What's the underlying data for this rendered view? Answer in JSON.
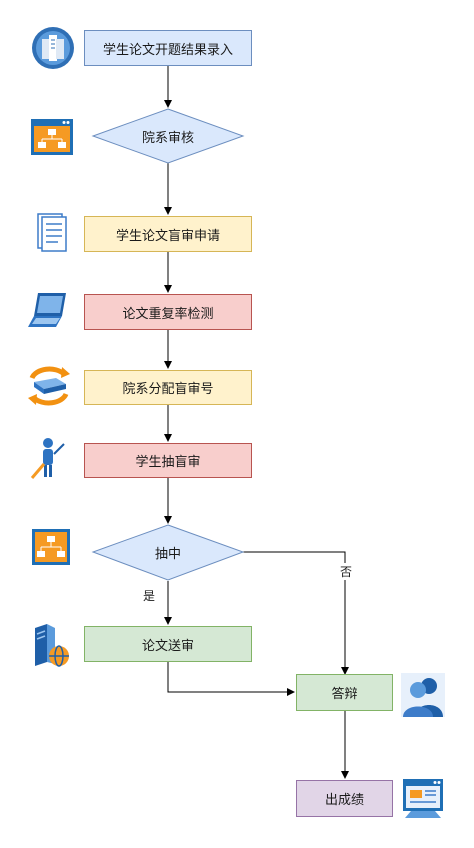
{
  "nodes": {
    "n1": "学生论文开题结果录入",
    "n2": "院系审核",
    "n3": "学生论文盲审申请",
    "n4": "论文重复率检测",
    "n5": "院系分配盲审号",
    "n6": "学生抽盲审",
    "n7": "抽中",
    "n8": "论文送审",
    "n9": "答辩",
    "n10": "出成绩"
  },
  "edge_labels": {
    "yes": "是",
    "no": "否"
  },
  "colors": {
    "blue_fill": "#dae8fc",
    "blue_stroke": "#6c8ebf",
    "yellow_fill": "#fff2cc",
    "yellow_stroke": "#d6b656",
    "red_fill": "#f8cecc",
    "red_stroke": "#b85450",
    "green_fill": "#d5e8d4",
    "green_stroke": "#82b366",
    "purple_fill": "#e1d5e7",
    "purple_stroke": "#9673a6"
  },
  "icons": [
    "database-server-icon",
    "org-chart-window-icon",
    "document-icon",
    "laptop-icon",
    "sync-router-icon",
    "user-pen-icon",
    "org-chart-icon",
    "server-globe-icon",
    "users-icon",
    "report-window-icon"
  ]
}
